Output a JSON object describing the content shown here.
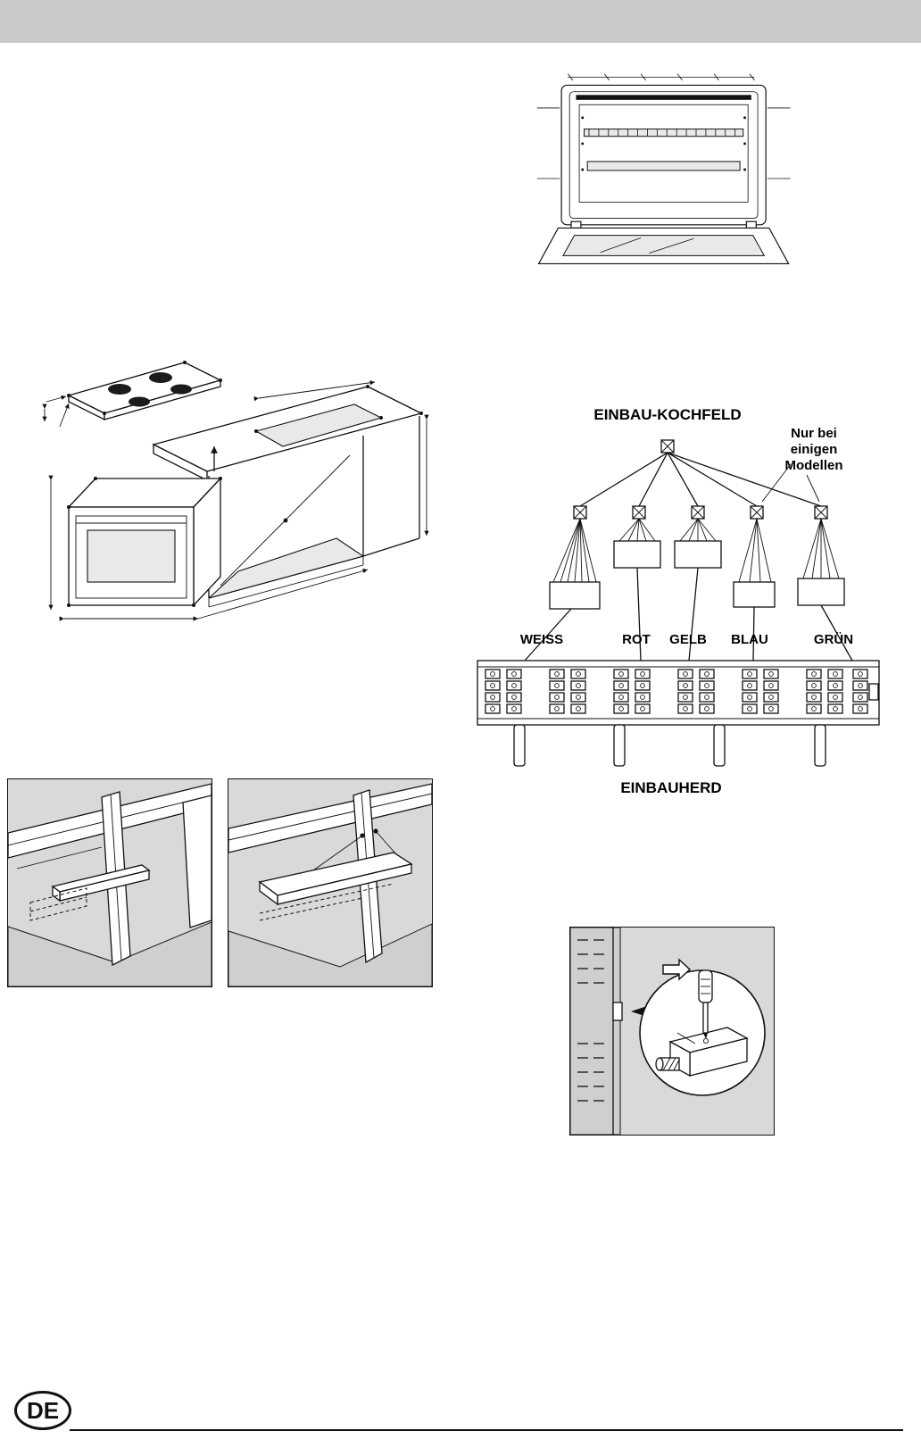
{
  "page": {
    "language_badge": "DE"
  },
  "colors": {
    "header_bar": "#c9c9c9",
    "figure_background": "#d9d9d9",
    "line": "#111111"
  },
  "figures": {
    "oven_front": "oven-front-open-door-illustration",
    "installation": "built-in-oven-and-hob-installation-drawing",
    "cabinet_batten": "cabinet-support-batten-illustration",
    "cabinet_shelf": "cabinet-shelf-mounting-illustration",
    "side_panel_adjust": "side-panel-screwdriver-adjustment-illustration"
  },
  "wiring": {
    "title": "EINBAU-KOCHFELD",
    "note_lines": [
      "Nur bei",
      "einigen",
      "Modellen"
    ],
    "wire_labels": [
      "WEISS",
      "ROT",
      "GELB",
      "BLAU",
      "GRÜN"
    ],
    "caption": "EINBAUHERD"
  }
}
